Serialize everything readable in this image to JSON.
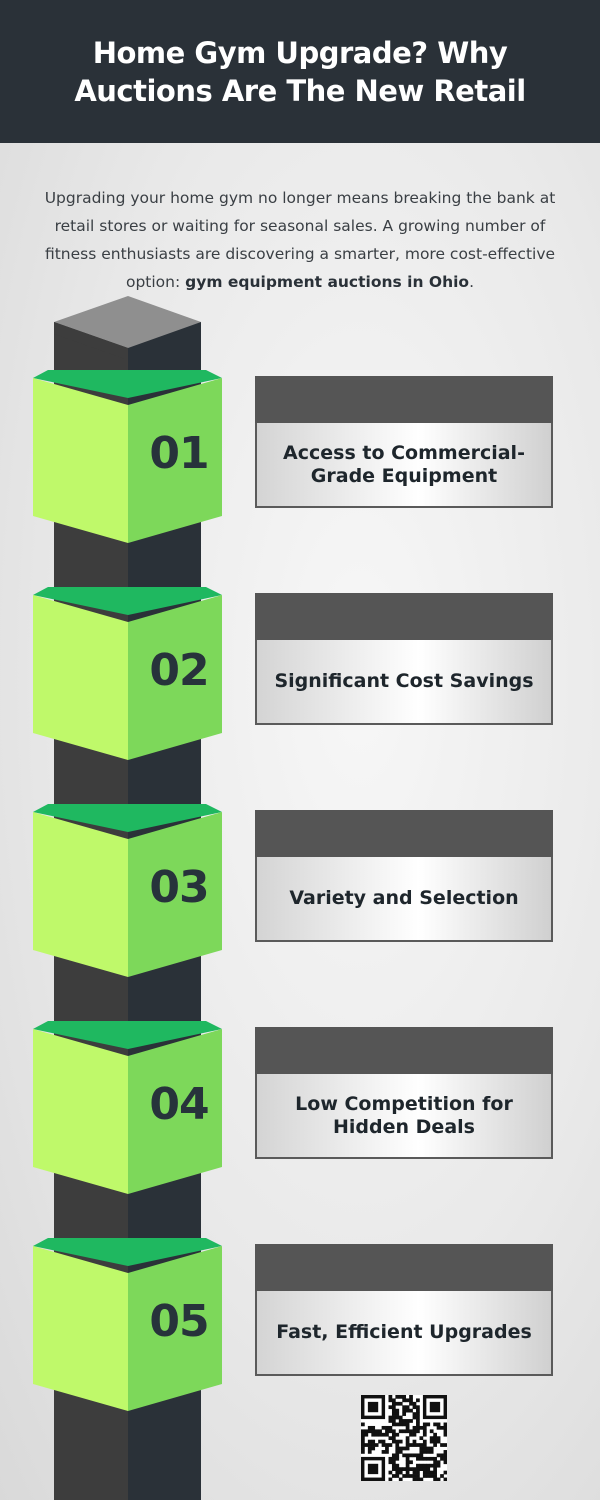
{
  "header": {
    "title": "Home Gym Upgrade? Why Auctions Are The New Retail"
  },
  "intro": {
    "text_before": "Upgrading your home gym no longer means breaking the bank at retail stores or waiting for seasonal sales. A growing number of fitness enthusiasts are discovering a smarter, more cost-effective option: ",
    "highlight": "gym equipment auctions in Ohio",
    "text_after": "."
  },
  "steps": [
    {
      "number": "01",
      "label": "Access to Commercial-Grade Equipment"
    },
    {
      "number": "02",
      "label": "Significant Cost Savings"
    },
    {
      "number": "03",
      "label": "Variety and Selection"
    },
    {
      "number": "04",
      "label": "Low Competition for Hidden Deals"
    },
    {
      "number": "05",
      "label": "Fast, Efficient Upgrades"
    }
  ],
  "colors": {
    "header_bg": "#2a3138",
    "pillar_dark": "#2a3138",
    "pillar_mid": "#3d3d3d",
    "pillar_cap": "#8f8f8f",
    "block_front": "#bff96a",
    "block_side": "#7dd85a",
    "block_edge": "#1fb860",
    "card_bar": "#555555"
  },
  "qr_icon": "qr-code-icon"
}
